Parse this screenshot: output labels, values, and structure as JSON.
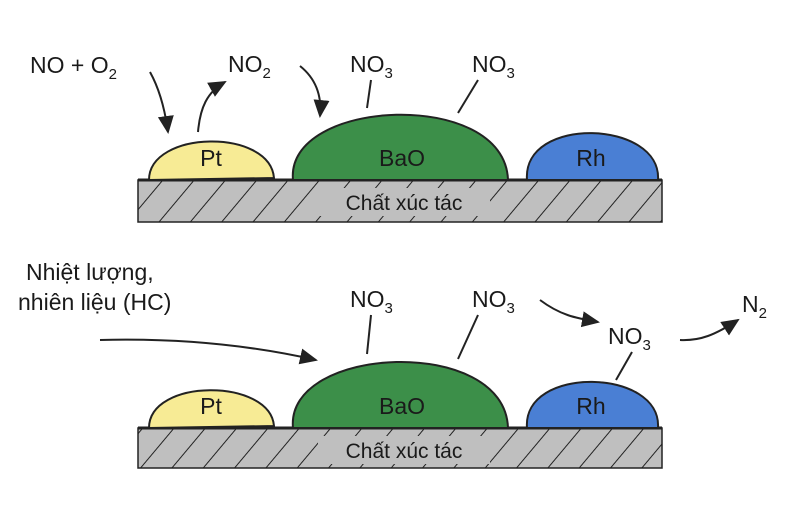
{
  "colors": {
    "pt": "#f7eb95",
    "bao": "#3c8f49",
    "rh": "#4a7fd4",
    "substrate": "#bfbfbf",
    "stroke": "#222222"
  },
  "top": {
    "reactant": "NO + O",
    "reactant_sub": "2",
    "product": "NO",
    "product_sub": "2",
    "stored_1": "NO",
    "stored_1_sub": "3",
    "stored_2": "NO",
    "stored_2_sub": "3",
    "pt_label": "Pt",
    "bao_label": "BaO",
    "rh_label": "Rh",
    "substrate_label": "Chất xúc tác"
  },
  "bottom": {
    "heat_line1": "Nhiệt lượng,",
    "heat_line2": "nhiên liệu (HC)",
    "stored_1": "NO",
    "stored_1_sub": "3",
    "stored_2": "NO",
    "stored_2_sub": "3",
    "released": "NO",
    "released_sub": "3",
    "final": "N",
    "final_sub": "2",
    "pt_label": "Pt",
    "bao_label": "BaO",
    "rh_label": "Rh",
    "substrate_label": "Chất xúc tác"
  }
}
